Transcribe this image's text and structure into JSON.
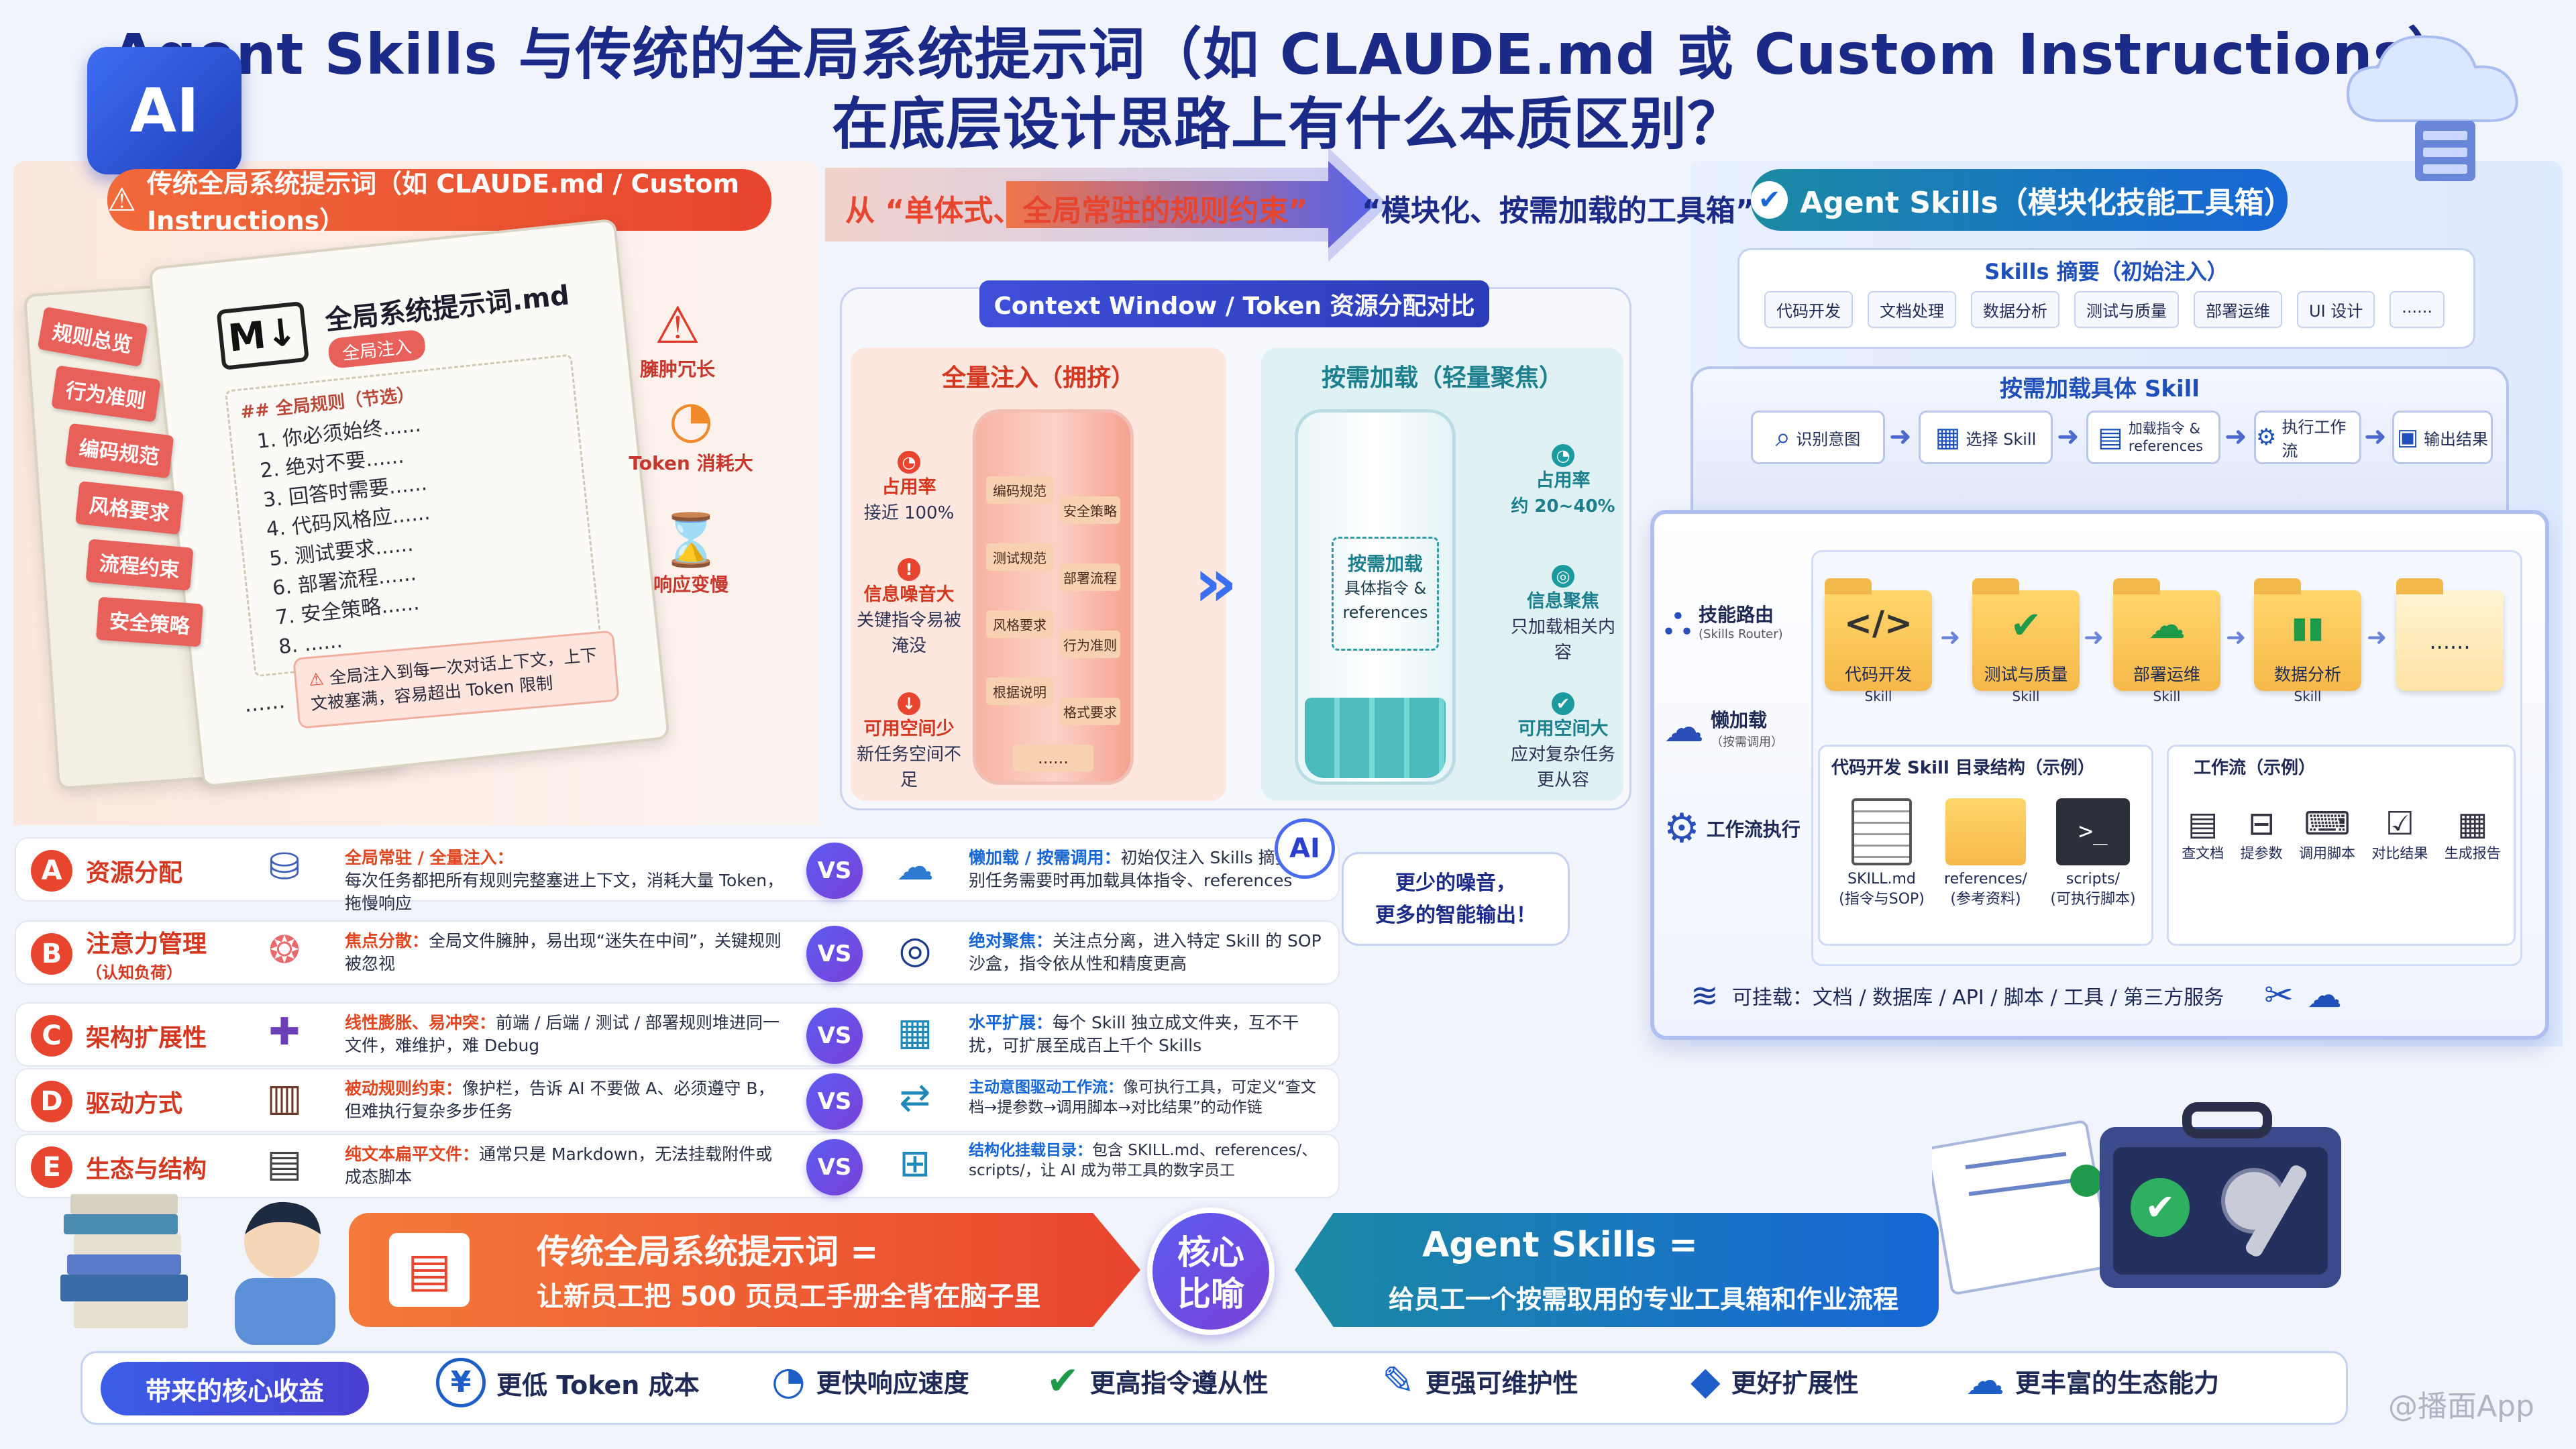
{
  "title": {
    "line1": "Agent Skills 与传统的全局系统提示词（如 CLAUDE.md 或 Custom Instructions）",
    "line2": "在底层设计思路上有什么本质区别？"
  },
  "ai_badge": "AI",
  "left_header": "传统全局系统提示词（如 CLAUDE.md / Custom Instructions）",
  "transition": {
    "from": "从 “单体式、全局常驻的规则约束”",
    "to": "“模块化、按需加载的工具箱”"
  },
  "right_header": "Agent Skills（模块化技能工具箱）",
  "book": {
    "md_logo": "M↓",
    "title": "全局系统提示词.md",
    "badge": "全局注入",
    "subtitle": "## 全局规则（节选）",
    "rules": [
      "1. 你必须始终......",
      "2. 绝对不要......",
      "3. 回答时需要......",
      "4. 代码风格应......",
      "5. 测试要求......",
      "6. 部署流程......",
      "7. 安全策略......",
      "8. ......"
    ],
    "more": "......",
    "warning": "全局注入到每一次对话上下文，上下文被塞满，容易超出 Token 限制",
    "tabs": [
      "规则总览",
      "行为准则",
      "编码规范",
      "风格要求",
      "流程约束",
      "安全策略"
    ]
  },
  "book_notes": [
    {
      "icon": "⚠",
      "label": "臃肿冗长"
    },
    {
      "icon": "◔",
      "label": "Token 消耗大"
    },
    {
      "icon": "⌛",
      "label": "响应变慢"
    }
  ],
  "context": {
    "header": "Context Window / Token 资源分配对比",
    "full_title": "全量注入（拥挤）",
    "lazy_title": "按需加载（轻量聚焦）",
    "full_cubes": [
      "编码规范",
      "安全策略",
      "测试规范",
      "部署流程",
      "风格要求",
      "行为准则",
      "根据说明",
      "格式要求",
      "......"
    ],
    "lazy_label": [
      "按需加载",
      "具体指令 &",
      "references"
    ],
    "full_stats": [
      {
        "title": "占用率",
        "text": "接近 100%"
      },
      {
        "title": "信息噪音大",
        "text": "关键指令易被淹没"
      },
      {
        "title": "可用空间少",
        "text": "新任务空间不足"
      }
    ],
    "lazy_stats": [
      {
        "title": "占用率",
        "text": "约 20~40%"
      },
      {
        "title": "信息聚焦",
        "text": "只加载相关内容"
      },
      {
        "title": "可用空间大",
        "text": "应对复杂任务更从容"
      }
    ]
  },
  "comparison": [
    {
      "letter": "A",
      "label": "资源分配",
      "sub": "",
      "left_hl": "全局常驻 / 全量注入：",
      "left": "每次任务都把所有规则完整塞进上下文，消耗大量 Token，拖慢响应",
      "right_hl": "懒加载 / 按需调用：",
      "right": "初始仅注入 Skills 摘要，识别任务需要时再加载具体指令、references"
    },
    {
      "letter": "B",
      "label": "注意力管理",
      "sub": "（认知负荷）",
      "left_hl": "焦点分散：",
      "left": "全局文件臃肿，易出现“迷失在中间”，关键规则被忽视",
      "right_hl": "绝对聚焦：",
      "right": "关注点分离，进入特定 Skill 的 SOP 沙盒，指令依从性和精度更高"
    },
    {
      "letter": "C",
      "label": "架构扩展性",
      "sub": "",
      "left_hl": "线性膨胀、易冲突：",
      "left": "前端 / 后端 / 测试 / 部署规则堆进同一文件，难维护，难 Debug",
      "right_hl": "水平扩展：",
      "right": "每个 Skill 独立成文件夹，互不干扰，可扩展至成百上千个 Skills"
    },
    {
      "letter": "D",
      "label": "驱动方式",
      "sub": "",
      "left_hl": "被动规则约束：",
      "left": "像护栏，告诉 AI 不要做 A、必须遵守 B，但难执行复杂多步任务",
      "right_hl": "主动意图驱动工作流：",
      "right": "像可执行工具，可定义“查文档→提参数→调用脚本→对比结果”的动作链"
    },
    {
      "letter": "E",
      "label": "生态与结构",
      "sub": "",
      "left_hl": "纯文本扁平文件：",
      "left": "通常只是 Markdown，无法挂载附件或成态脚本",
      "right_hl": "结构化挂载目录：",
      "right": "包含 SKILL.md、references/、scripts/，让 AI 成为带工具的数字员工"
    }
  ],
  "vs_label": "VS",
  "ai_bubble": {
    "badge": "AI",
    "text": [
      "更少的噪音，",
      "更多的智能输出！"
    ]
  },
  "skills": {
    "summary_title": "Skills 摘要（初始注入）",
    "summary_tags": [
      "代码开发",
      "文档处理",
      "数据分析",
      "测试与质量",
      "部署运维",
      "UI 设计",
      "......"
    ],
    "load_title": "按需加载具体 Skill",
    "flow": [
      "识别意图",
      "选择 Skill",
      "加载指令 & references",
      "执行工作流",
      "输出结果"
    ],
    "side": [
      {
        "title": "技能路由",
        "sub": "(Skills Router)"
      },
      {
        "title": "懒加载",
        "sub": "（按需调用）"
      },
      {
        "title": "工作流执行",
        "sub": ""
      }
    ],
    "folders": [
      {
        "icon": "</>",
        "name": "代码开发",
        "sub": "Skill"
      },
      {
        "icon": "✔",
        "name": "测试与质量",
        "sub": "Skill"
      },
      {
        "icon": "☁",
        "name": "部署运维",
        "sub": "Skill"
      },
      {
        "icon": "▮▮",
        "name": "数据分析",
        "sub": "Skill"
      },
      {
        "icon": "",
        "name": "......",
        "sub": ""
      }
    ],
    "dir_title": "代码开发 Skill 目录结构（示例）",
    "dir_items": [
      {
        "name": "SKILL.md",
        "sub": "(指令与SOP)"
      },
      {
        "name": "references/",
        "sub": "(参考资料)"
      },
      {
        "name": "scripts/",
        "sub": "(可执行脚本)"
      }
    ],
    "wf_title": "工作流（示例）",
    "wf_steps": [
      "查文档",
      "提参数",
      "调用脚本",
      "对比结果",
      "生成报告"
    ],
    "mount": "可挂载：文档 / 数据库 / API / 脚本 / 工具 / 第三方服务"
  },
  "metaphor": {
    "left": [
      "传统全局系统提示词 =",
      "让新员工把 500 页员工手册全背在脑子里"
    ],
    "center": [
      "核心",
      "比喻"
    ],
    "right": [
      "Agent Skills =",
      "给员工一个按需取用的专业工具箱和作业流程"
    ]
  },
  "benefits": {
    "title": "带来的核心收益",
    "items": [
      {
        "icon": "¥",
        "label": "更低 Token 成本"
      },
      {
        "icon": "◔",
        "label": "更快响应速度"
      },
      {
        "icon": "✔",
        "label": "更高指令遵从性"
      },
      {
        "icon": "✎",
        "label": "更强可维护性"
      },
      {
        "icon": "◆",
        "label": "更好扩展性"
      },
      {
        "icon": "☁",
        "label": "更丰富的生态能力"
      }
    ]
  },
  "watermark": "@播面App",
  "colors": {
    "navy": "#1a2a86",
    "orange": "#e8452e",
    "blue": "#1766d6",
    "teal": "#1b8aa3"
  }
}
